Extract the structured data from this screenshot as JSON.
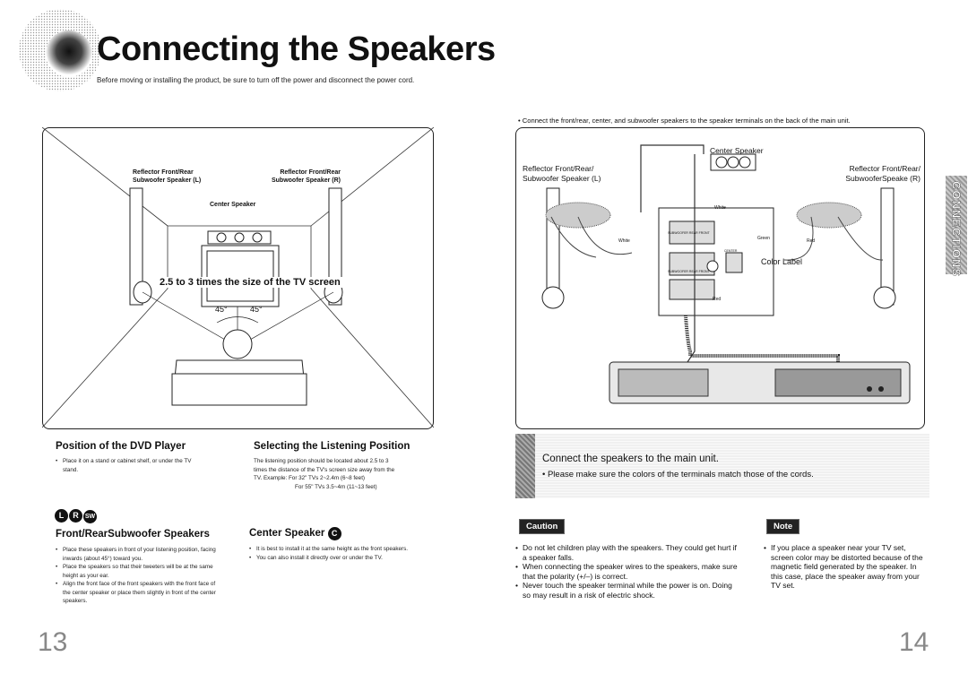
{
  "header": {
    "title": "Connecting the Speakers",
    "subtitle": "Before moving or installing the product, be sure to turn off the power and disconnect the power cord."
  },
  "left_diagram": {
    "label_left": [
      "Reflector Front/Rear",
      "Subwoofer Speaker (L)"
    ],
    "label_right": [
      "Reflector Front/Rear",
      "Subwoofer Speaker (R)"
    ],
    "center_label": "Center Speaker",
    "distance_text": "2.5 to 3 times the size of the TV screen",
    "angle_left": "45°",
    "angle_right": "45°"
  },
  "right_diagram": {
    "intro": "Connect the front/rear, center, and subwoofer speakers to the speaker terminals on the back of the main unit.",
    "center_label": "Center Speaker",
    "label_left": [
      "Reflector Front/Rear/",
      "Subwoofer Speaker (L)"
    ],
    "label_right": [
      "Reflector Front/Rear/",
      "SubwooferSpeake (R)"
    ],
    "wire_white_1": "White",
    "wire_white_2": "White",
    "wire_green": "Green",
    "wire_red_1": "Red",
    "wire_red_2": "Red",
    "color_label": "Color Label",
    "term_a": "SUBWOOFER REAR FRONT",
    "term_b": "SUBWOOFER REAR FRONT",
    "term_c": "CENTER"
  },
  "sections": {
    "dvd": {
      "title": "Position of the DVD Player",
      "items": [
        "Place it on a stand or cabinet shelf, or under the TV stand."
      ]
    },
    "listening": {
      "title": "Selecting the Listening Position",
      "lines": [
        "The listening position should be located about 2.5 to 3",
        "times the distance of the TV's screen size away from the",
        "TV. Example: For 32\" TVs 2~2.4m (6~8 feet)",
        "For 55\" TVs 3.5~4m (11~13 feet)"
      ]
    },
    "front_rear": {
      "badges": [
        "L",
        "R",
        "SW"
      ],
      "title": "Front/RearSubwoofer Speakers",
      "items": [
        "Place these speakers in front of your listening position, facing inwards (about 45°) toward you.",
        "Place the speakers so that their tweeters will be at the same height as your ear.",
        "Align the front face of the front speakers with the front face of the center speaker or place them slightly in front of the center speakers."
      ]
    },
    "center": {
      "title": "Center Speaker",
      "badge": "C",
      "items": [
        "It is best to install it at the same height as the front speakers.",
        "You can also install it directly over or under the TV."
      ]
    }
  },
  "banner": {
    "main": "Connect the speakers to the main unit.",
    "sub": "Please make sure the colors of the terminals match those of the cords."
  },
  "caution": {
    "label": "Caution",
    "items": [
      "Do not let children play with the speakers. They could get hurt if a speaker falls.",
      "When connecting the speaker wires to the speakers, make sure that the polarity (+/–) is correct.",
      "Never touch the speaker terminal while the power is on. Doing so may result in a risk of electric shock."
    ]
  },
  "note": {
    "label": "Note",
    "items": [
      "If you place a speaker near your TV set, screen color may be distorted because of the magnetic field generated by the speaker. In this case, place the speaker away from your TV set."
    ]
  },
  "side_tab": "CONNECTIONS",
  "page_left": "13",
  "page_right": "14"
}
